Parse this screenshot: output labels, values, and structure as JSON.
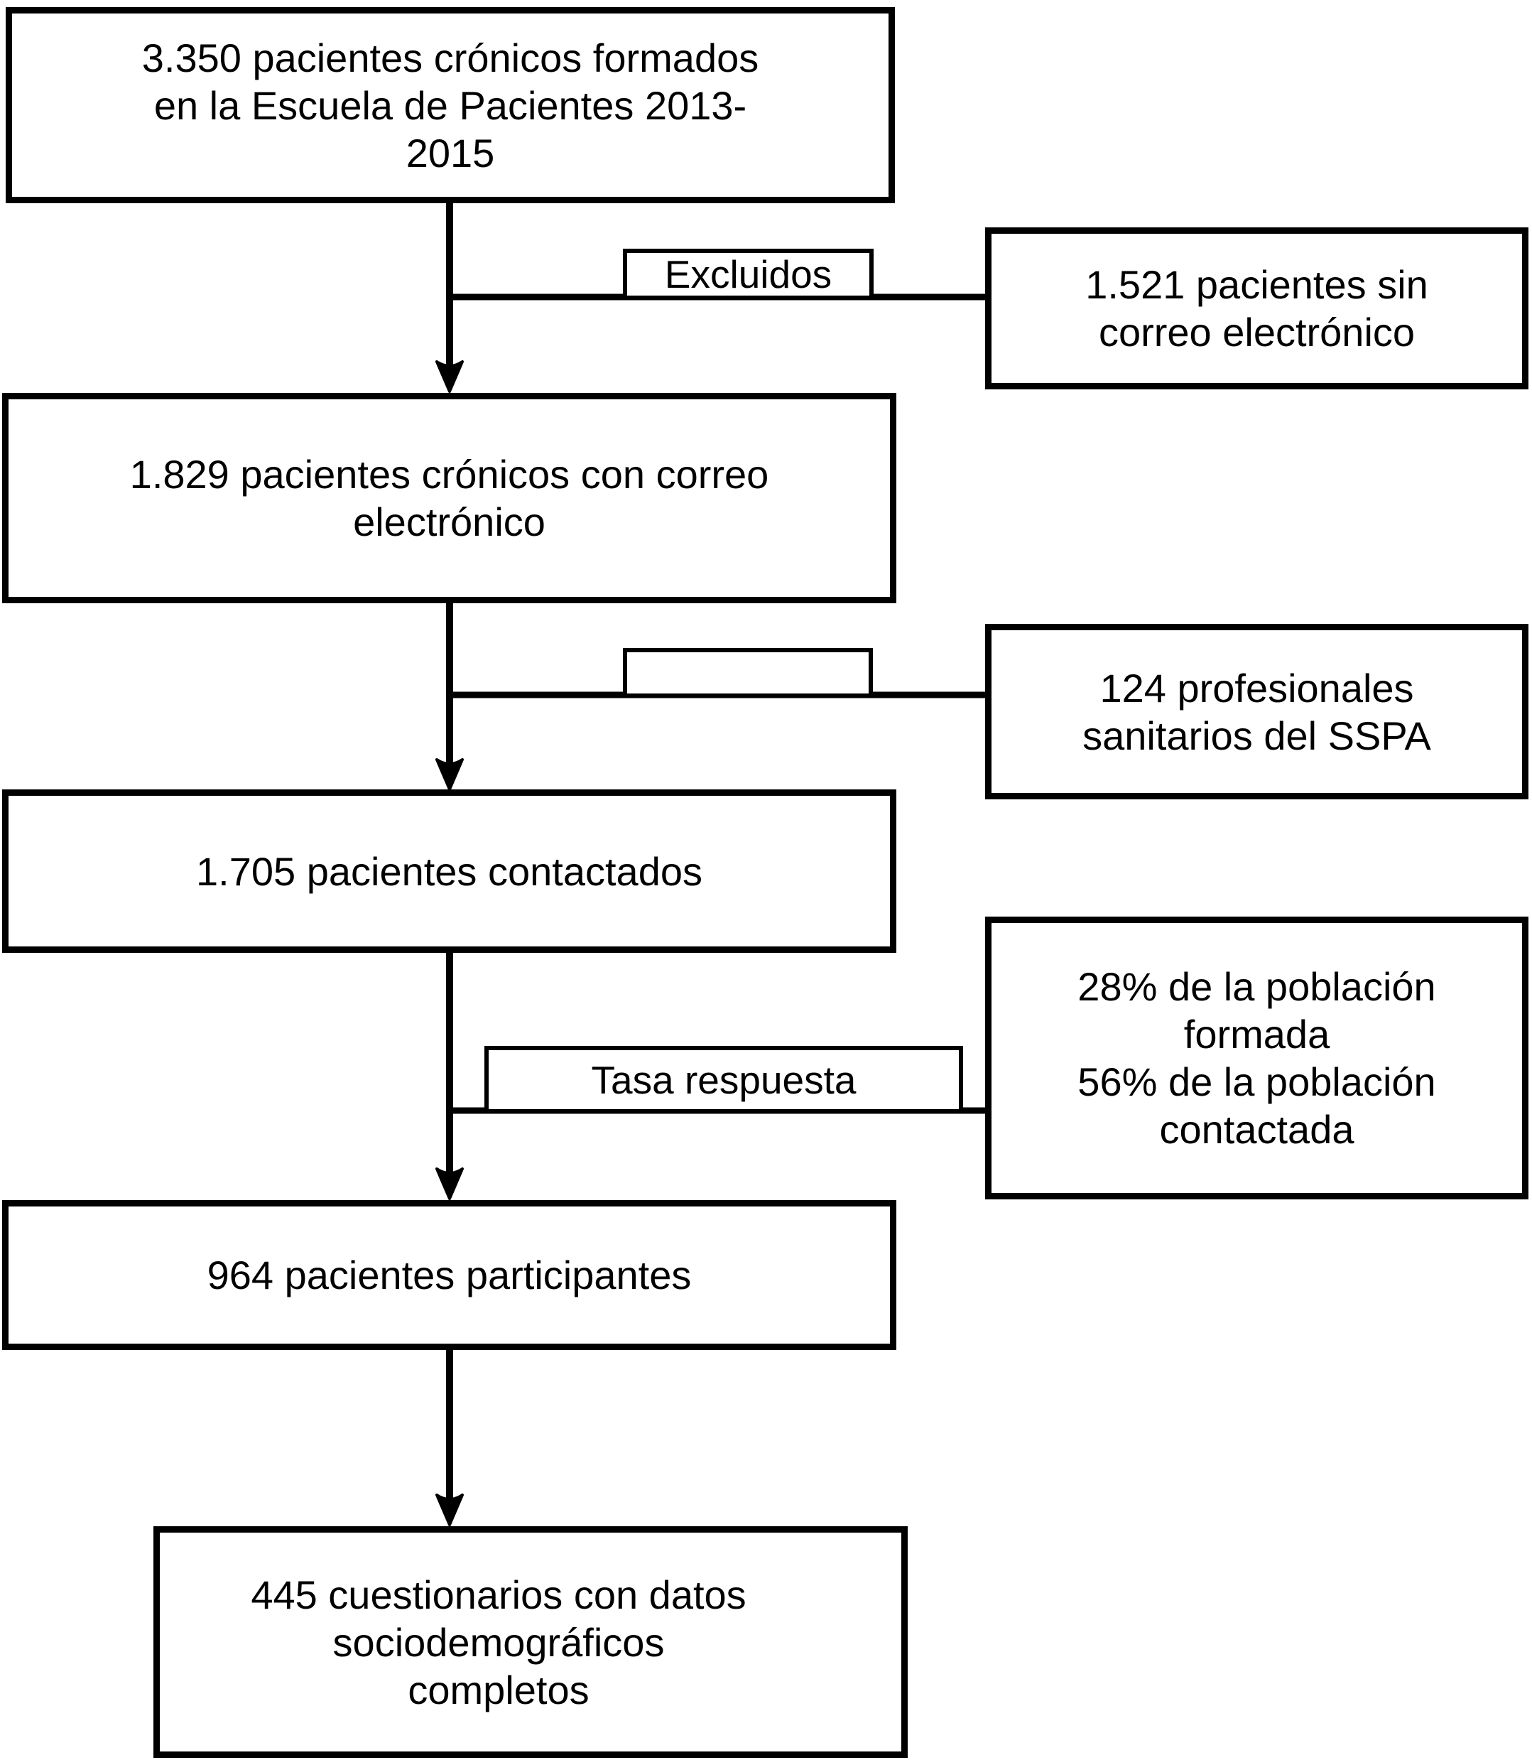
{
  "diagram": {
    "colors": {
      "line": "#000000",
      "background": "#ffffff",
      "text": "#000000"
    },
    "main_boxes": [
      {
        "name": "formados",
        "lines": [
          "3.350 pacientes crónicos formados",
          "en la Escuela de Pacientes 2013-",
          "2015"
        ]
      },
      {
        "name": "con-correo",
        "lines": [
          "1.829 pacientes crónicos con correo",
          "electrónico"
        ]
      },
      {
        "name": "contactados",
        "lines": [
          "1.705 pacientes contactados"
        ]
      },
      {
        "name": "participantes",
        "lines": [
          "964 pacientes participantes"
        ]
      },
      {
        "name": "cuestionarios",
        "lines": [
          "445 cuestionarios con datos",
          "sociodemográficos",
          "completos"
        ]
      }
    ],
    "side_boxes": [
      {
        "name": "excluidos-sin-correo",
        "lines": [
          "1.521 pacientes sin",
          "correo electrónico"
        ]
      },
      {
        "name": "profesionales-sspa",
        "lines": [
          "124 profesionales",
          "sanitarios del SSPA"
        ]
      },
      {
        "name": "tasas-poblacion",
        "lines": [
          "28% de la población",
          "formada",
          "56% de la población",
          "contactada"
        ]
      }
    ],
    "connector_labels": [
      {
        "name": "excluidos",
        "text": "Excluidos"
      },
      {
        "name": "sin-texto",
        "text": ""
      },
      {
        "name": "tasa-respuesta",
        "text": "Tasa respuesta"
      }
    ]
  }
}
